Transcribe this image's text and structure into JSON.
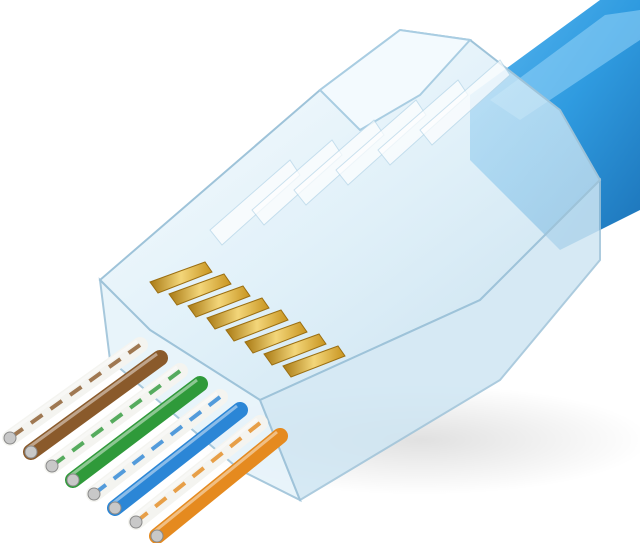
{
  "image": {
    "subject": "rj45-pass-through-connector",
    "colors": {
      "background": "#ffffff",
      "cable_jacket": "#2f9be0",
      "cable_jacket_dark": "#1c73b8",
      "connector_glass": "#d7ecf7",
      "connector_edge": "#9ec3d9",
      "contact_gold": "#d9a82e",
      "contact_gold_light": "#f3d67a",
      "wire_brown": "#8a5a2b",
      "wire_green": "#2f9a3a",
      "wire_blue": "#2b86d6",
      "wire_orange": "#e58a1f",
      "wire_white": "#f4f4f0"
    },
    "wires": [
      {
        "name": "white-brown",
        "stripe": "#8a5a2b",
        "solid": false
      },
      {
        "name": "brown",
        "stripe": "#8a5a2b",
        "solid": true
      },
      {
        "name": "white-green",
        "stripe": "#2f9a3a",
        "solid": false
      },
      {
        "name": "green",
        "stripe": "#2f9a3a",
        "solid": true
      },
      {
        "name": "white-blue",
        "stripe": "#2b86d6",
        "solid": false
      },
      {
        "name": "blue",
        "stripe": "#2b86d6",
        "solid": true
      },
      {
        "name": "white-orange",
        "stripe": "#e58a1f",
        "solid": false
      },
      {
        "name": "orange",
        "stripe": "#e58a1f",
        "solid": true
      }
    ],
    "contact_count": 8
  }
}
